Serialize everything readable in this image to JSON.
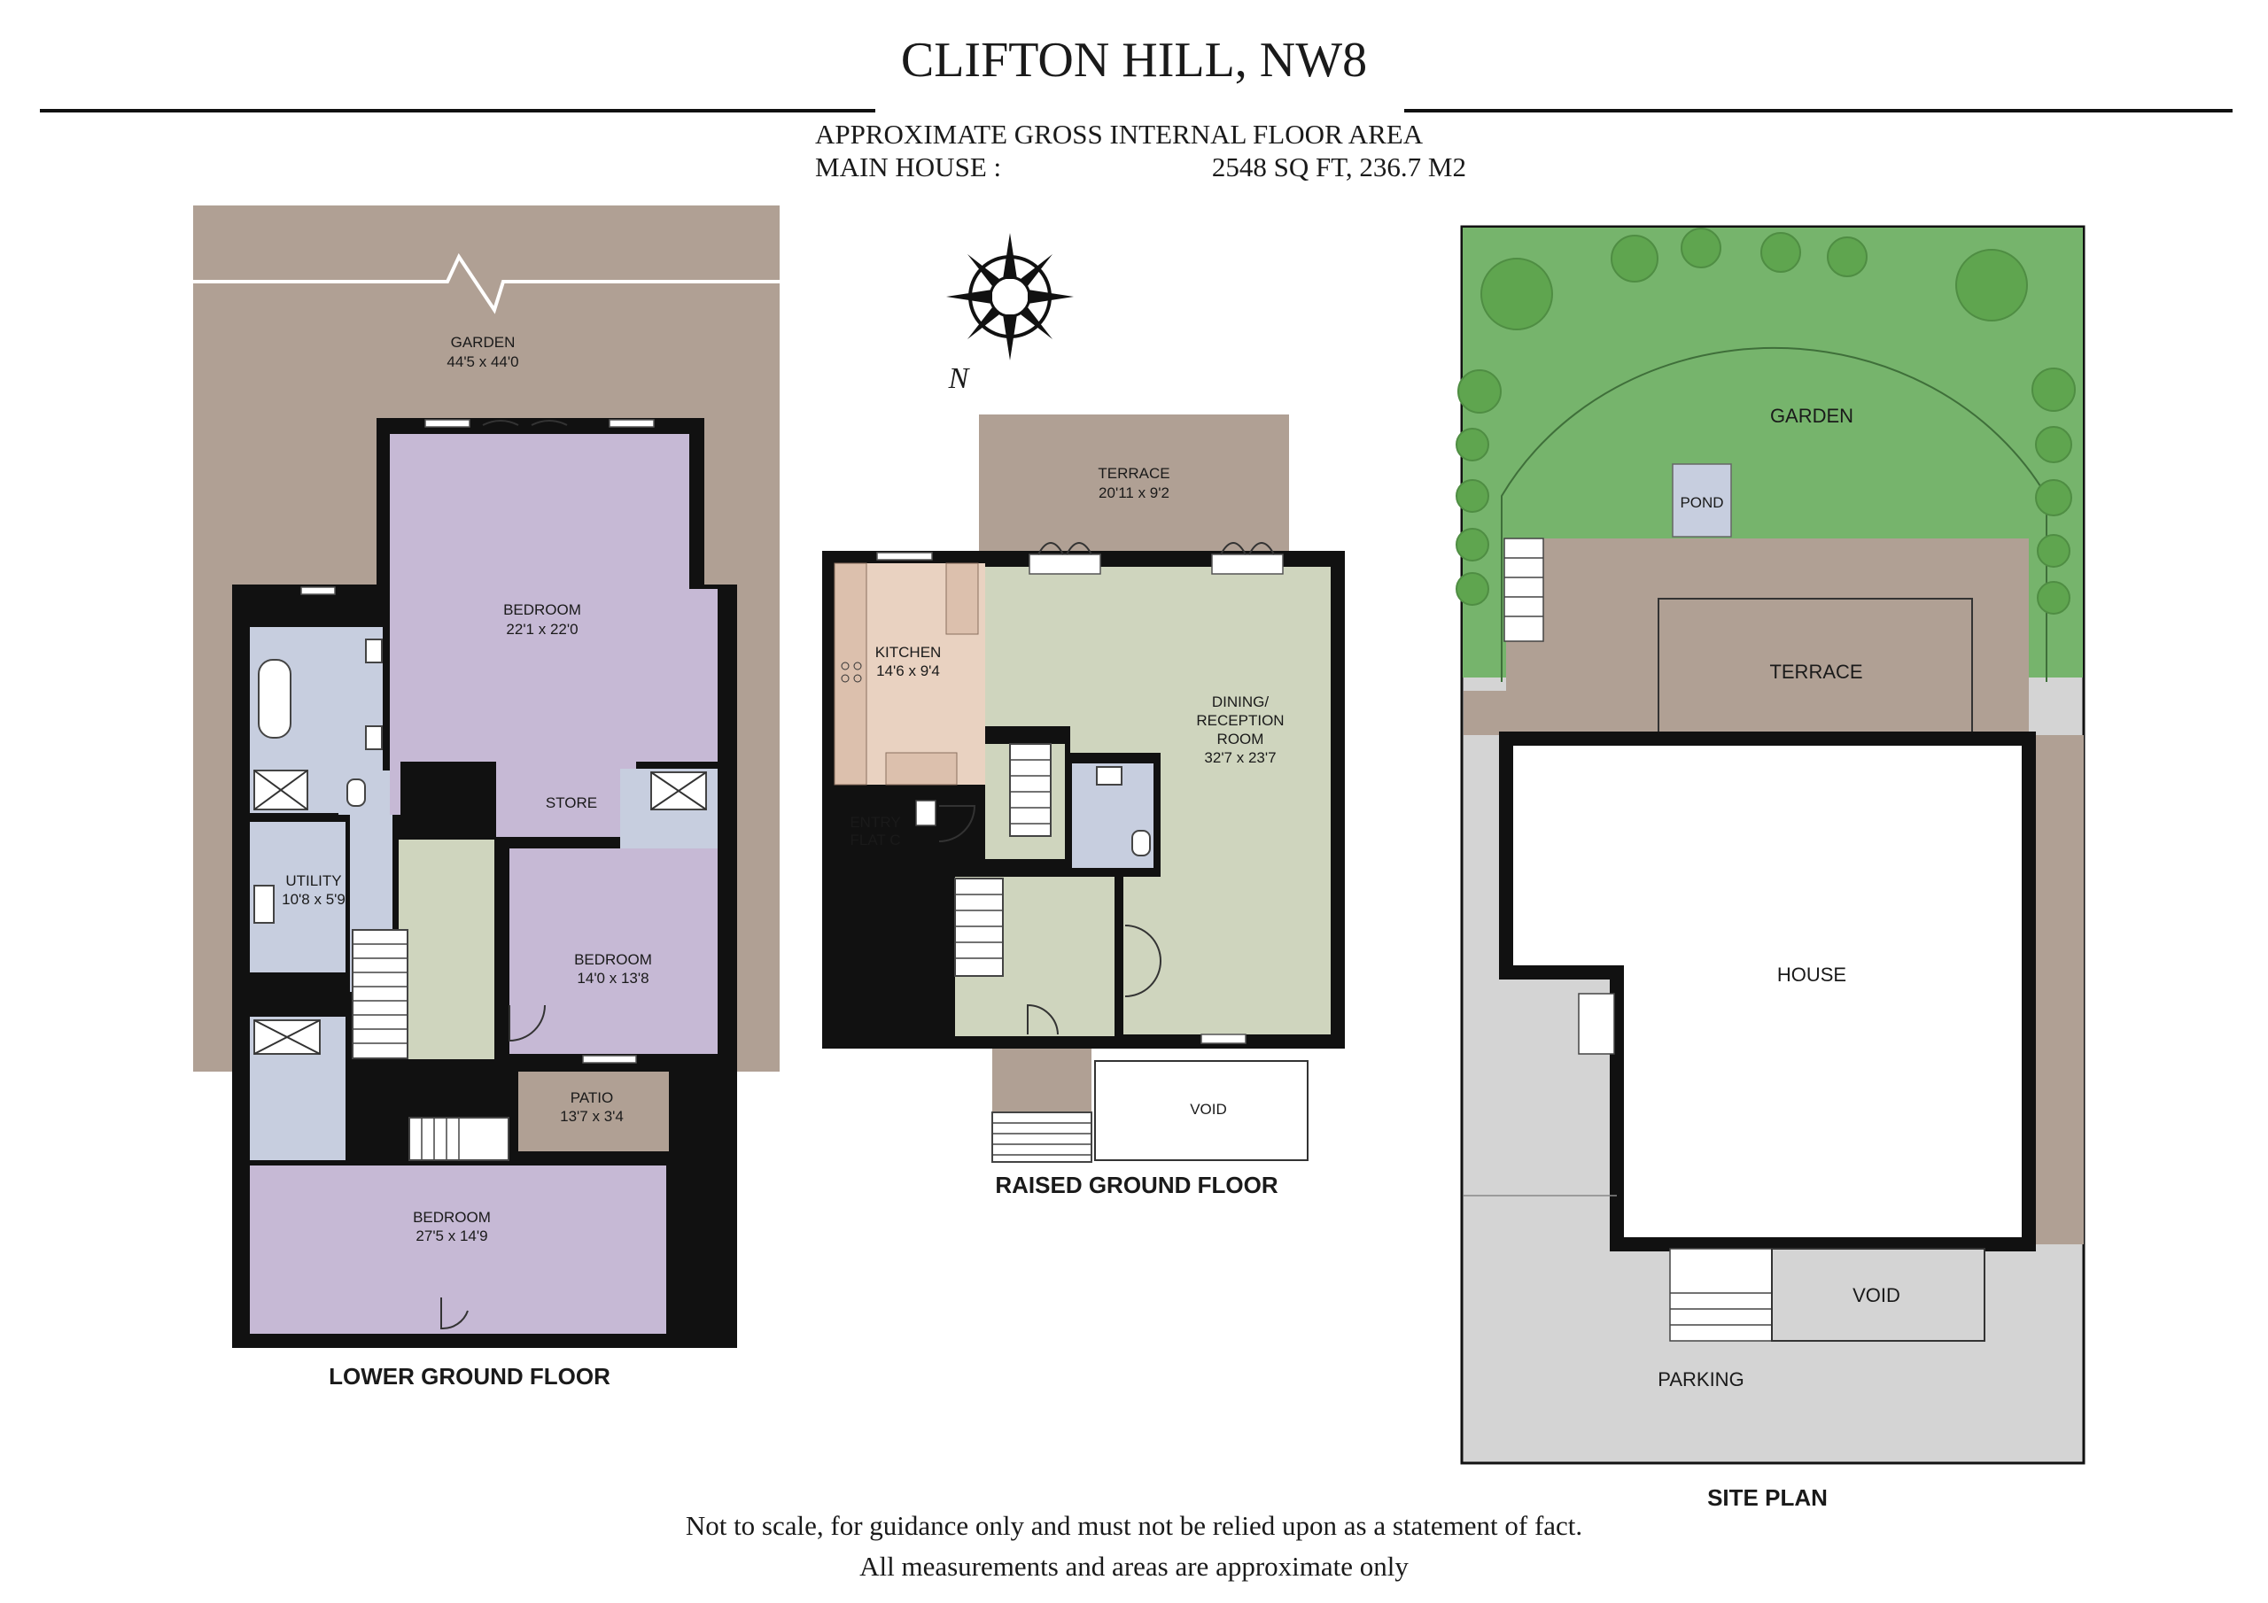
{
  "header": {
    "title": "CLIFTON HILL, NW8",
    "area_heading": "APPROXIMATE GROSS INTERNAL FLOOR AREA",
    "area_label": "MAIN HOUSE :",
    "area_value": "2548 SQ FT, 236.7 M2"
  },
  "compass": {
    "label": "N",
    "icon": "compass-rose-icon"
  },
  "lower_ground": {
    "floor_title": "LOWER GROUND FLOOR",
    "garden": {
      "name": "GARDEN",
      "size": "44'5 x 44'0"
    },
    "bedroom1": {
      "name": "BEDROOM",
      "size": "22'1 x 22'0"
    },
    "store": {
      "name": "STORE"
    },
    "utility": {
      "name": "UTILITY",
      "size": "10'8 x 5'9"
    },
    "bedroom2": {
      "name": "BEDROOM",
      "size": "14'0 x 13'8"
    },
    "patio": {
      "name": "PATIO",
      "size": "13'7 x 3'4"
    },
    "bedroom3": {
      "name": "BEDROOM",
      "size": "27'5 x 14'9"
    }
  },
  "raised_ground": {
    "floor_title": "RAISED GROUND FLOOR",
    "terrace": {
      "name": "TERRACE",
      "size": "20'11 x 9'2"
    },
    "kitchen": {
      "name": "KITCHEN",
      "size": "14'6 x 9'4"
    },
    "dining": {
      "line1": "DINING/",
      "line2": "RECEPTION",
      "line3": "ROOM",
      "size": "32'7 x 23'7"
    },
    "entry": {
      "line1": "ENTRY",
      "line2": "FLAT C"
    },
    "void": "VOID"
  },
  "site_plan": {
    "title": "SITE PLAN",
    "garden": "GARDEN",
    "pond": "POND",
    "terrace": "TERRACE",
    "house": "HOUSE",
    "void": "VOID",
    "parking": "PARKING"
  },
  "footer": {
    "line1": "Not to scale, for guidance only and must not be relied upon as a statement of fact.",
    "line2": "All measurements and areas are approximate only"
  },
  "colors": {
    "garden_brown": "#b0a094",
    "bedroom_lilac": "#c6b9d5",
    "bathroom_blue": "#c7cedf",
    "hall_green": "#cfd5be",
    "kitchen_peach": "#e9d2c1",
    "lawn_green": "#76b46c",
    "tree_green": "#5fa54f",
    "parking_grey": "#d4d4d4",
    "wall": "#111111"
  }
}
